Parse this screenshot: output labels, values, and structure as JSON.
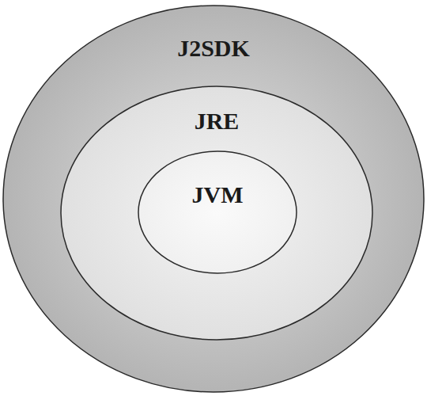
{
  "diagram": {
    "nodes": [
      {
        "text": [
          "J2SDK"
        ]
      },
      {
        "text": [
          "JRE"
        ],
        "in": 0
      },
      {
        "text": [
          "JVM"
        ],
        "in": 1
      }
    ]
  }
}
